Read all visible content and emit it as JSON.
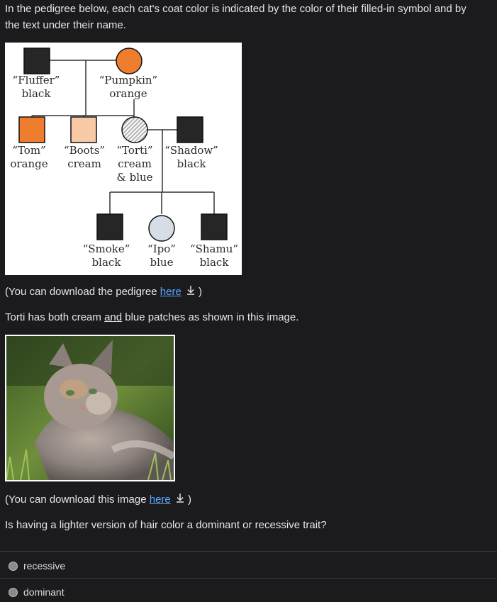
{
  "intro": {
    "line1": "In the pedigree below, each cat's coat color is indicated by the color of their filled-in symbol and by",
    "line2": "the text under their name."
  },
  "pedigree": {
    "cats": [
      {
        "name": "“Fluffer”",
        "color": "black"
      },
      {
        "name": "“Pumpkin”",
        "color": "orange"
      },
      {
        "name": "“Tom”",
        "color": "orange"
      },
      {
        "name": "“Boots”",
        "color": "cream"
      },
      {
        "name": "“Torti”",
        "color": "cream",
        "color2": "& blue"
      },
      {
        "name": "“Shadow”",
        "color": "black"
      },
      {
        "name": "“Smoke”",
        "color": "black"
      },
      {
        "name": "“Ipo”",
        "color": "blue"
      },
      {
        "name": "“Shamu”",
        "color": "black"
      }
    ],
    "fill_colors": {
      "black": "#262626",
      "orange": "#ef7d2e",
      "cream": "#f7c9a6",
      "blue": "#d6dde6"
    }
  },
  "download1": {
    "prefix": "(You can download the pedigree ",
    "link": "here",
    "suffix": ")"
  },
  "torti_line": {
    "before": "Torti has both cream ",
    "and": "and",
    "after": " blue patches as shown in this image."
  },
  "download2": {
    "prefix": "(You can download this image ",
    "link": "here",
    "suffix": ")"
  },
  "question": "Is having a lighter version of hair color a dominant or recessive trait?",
  "options": [
    {
      "label": "recessive"
    },
    {
      "label": "dominant"
    }
  ],
  "colors": {
    "background": "#1b1b1d",
    "link": "#5aa9ff",
    "text": "#e6e6e6"
  }
}
